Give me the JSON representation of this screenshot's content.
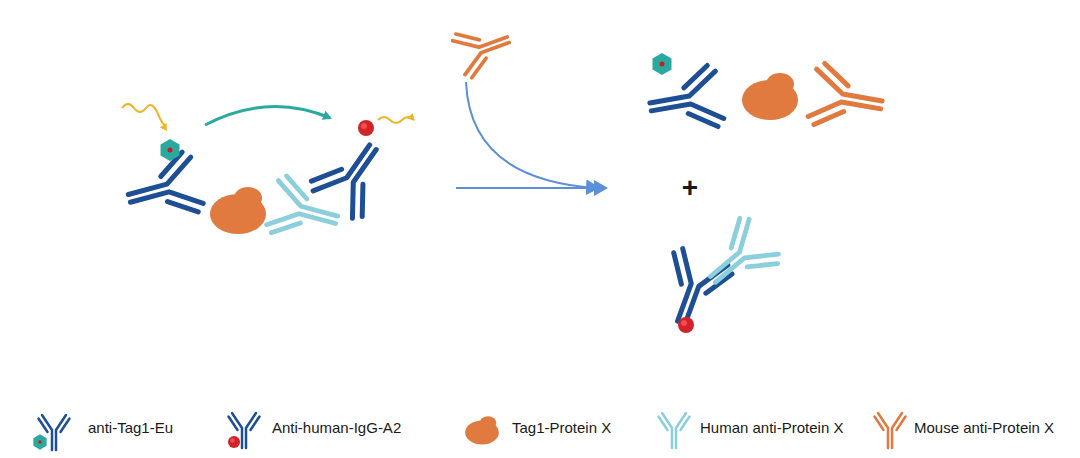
{
  "diagram": {
    "labels": [
      "+"
    ],
    "legend": [
      {
        "text": "anti-Tag1-Eu"
      },
      {
        "text": "Anti-human-IgG-A2"
      },
      {
        "text": "Tag1-Protein X"
      },
      {
        "text": "Human anti-Protein X"
      },
      {
        "text": "Mouse anti-Protein X"
      }
    ]
  }
}
